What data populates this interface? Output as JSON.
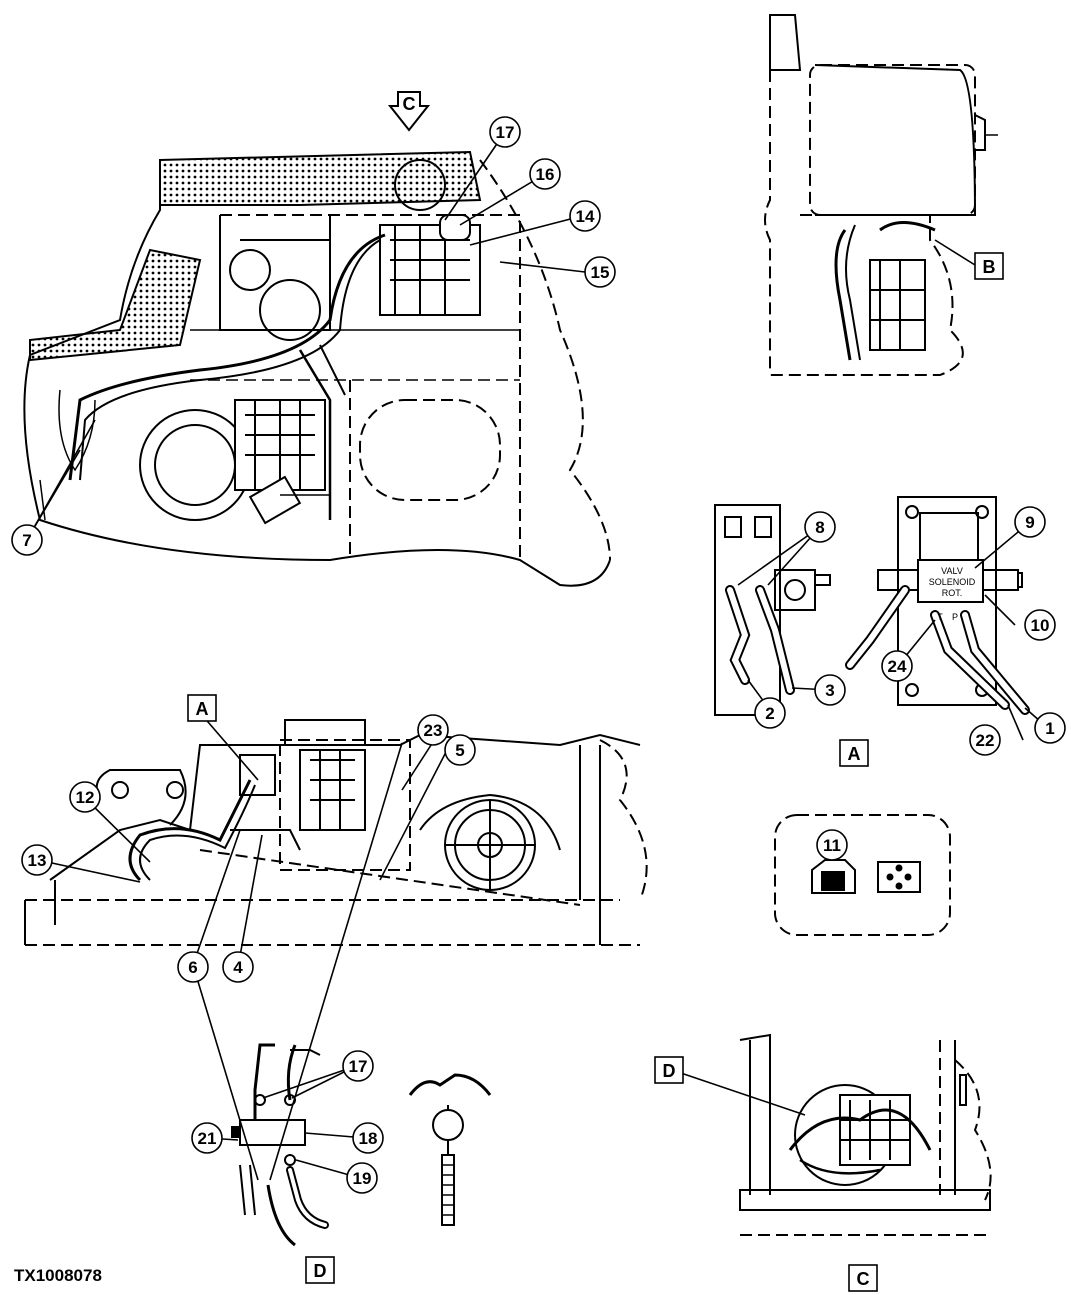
{
  "figure_id": "TX1008078",
  "view_letters": [
    "A",
    "B",
    "C",
    "D"
  ],
  "callouts": [
    "1",
    "2",
    "3",
    "4",
    "5",
    "6",
    "7",
    "8",
    "9",
    "10",
    "11",
    "12",
    "13",
    "14",
    "15",
    "16",
    "17",
    "18",
    "19",
    "21",
    "22",
    "23",
    "24"
  ],
  "valve_label": {
    "line1": "VALV",
    "line2": "SOLENOID",
    "line3": "ROT.",
    "port_t": "T",
    "port_p": "P"
  }
}
